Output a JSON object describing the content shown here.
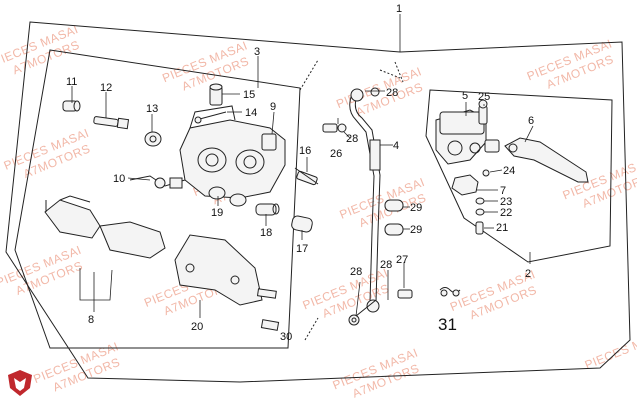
{
  "watermark": {
    "line1": "PIECES MASAI",
    "line2": "A7MOTORS",
    "color": "#f2b8a8"
  },
  "logo": {
    "name": "masai-shield-logo",
    "color": "#c0282d"
  },
  "callouts": {
    "n1": "1",
    "n2": "2",
    "n3": "3",
    "n4": "4",
    "n5": "5",
    "n6": "6",
    "n7": "7",
    "n8": "8",
    "n9": "9",
    "n10": "10",
    "n11": "11",
    "n12": "12",
    "n13": "13",
    "n14": "14",
    "n15": "15",
    "n16": "16",
    "n17": "17",
    "n18": "18",
    "n19": "19",
    "n20": "20",
    "n21": "21",
    "n22": "22",
    "n23": "23",
    "n24": "24",
    "n25": "25",
    "n26": "26",
    "n27": "27",
    "n28a": "28",
    "n28b": "28",
    "n28c": "28",
    "n28d": "28",
    "n29a": "29",
    "n29b": "29",
    "n31": "31",
    "n30": "30"
  }
}
